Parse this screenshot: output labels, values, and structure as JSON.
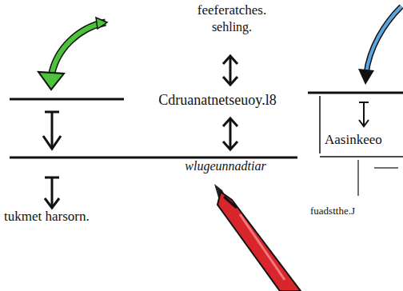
{
  "diagram": {
    "labels": [
      "feeferatches.",
      "sehling.",
      "Cdruanatnetseuoy.l8",
      "wlugeunnadtiar",
      "tukmet harsorn.",
      "Aasinkeeo",
      "fuadstthe.J"
    ]
  }
}
